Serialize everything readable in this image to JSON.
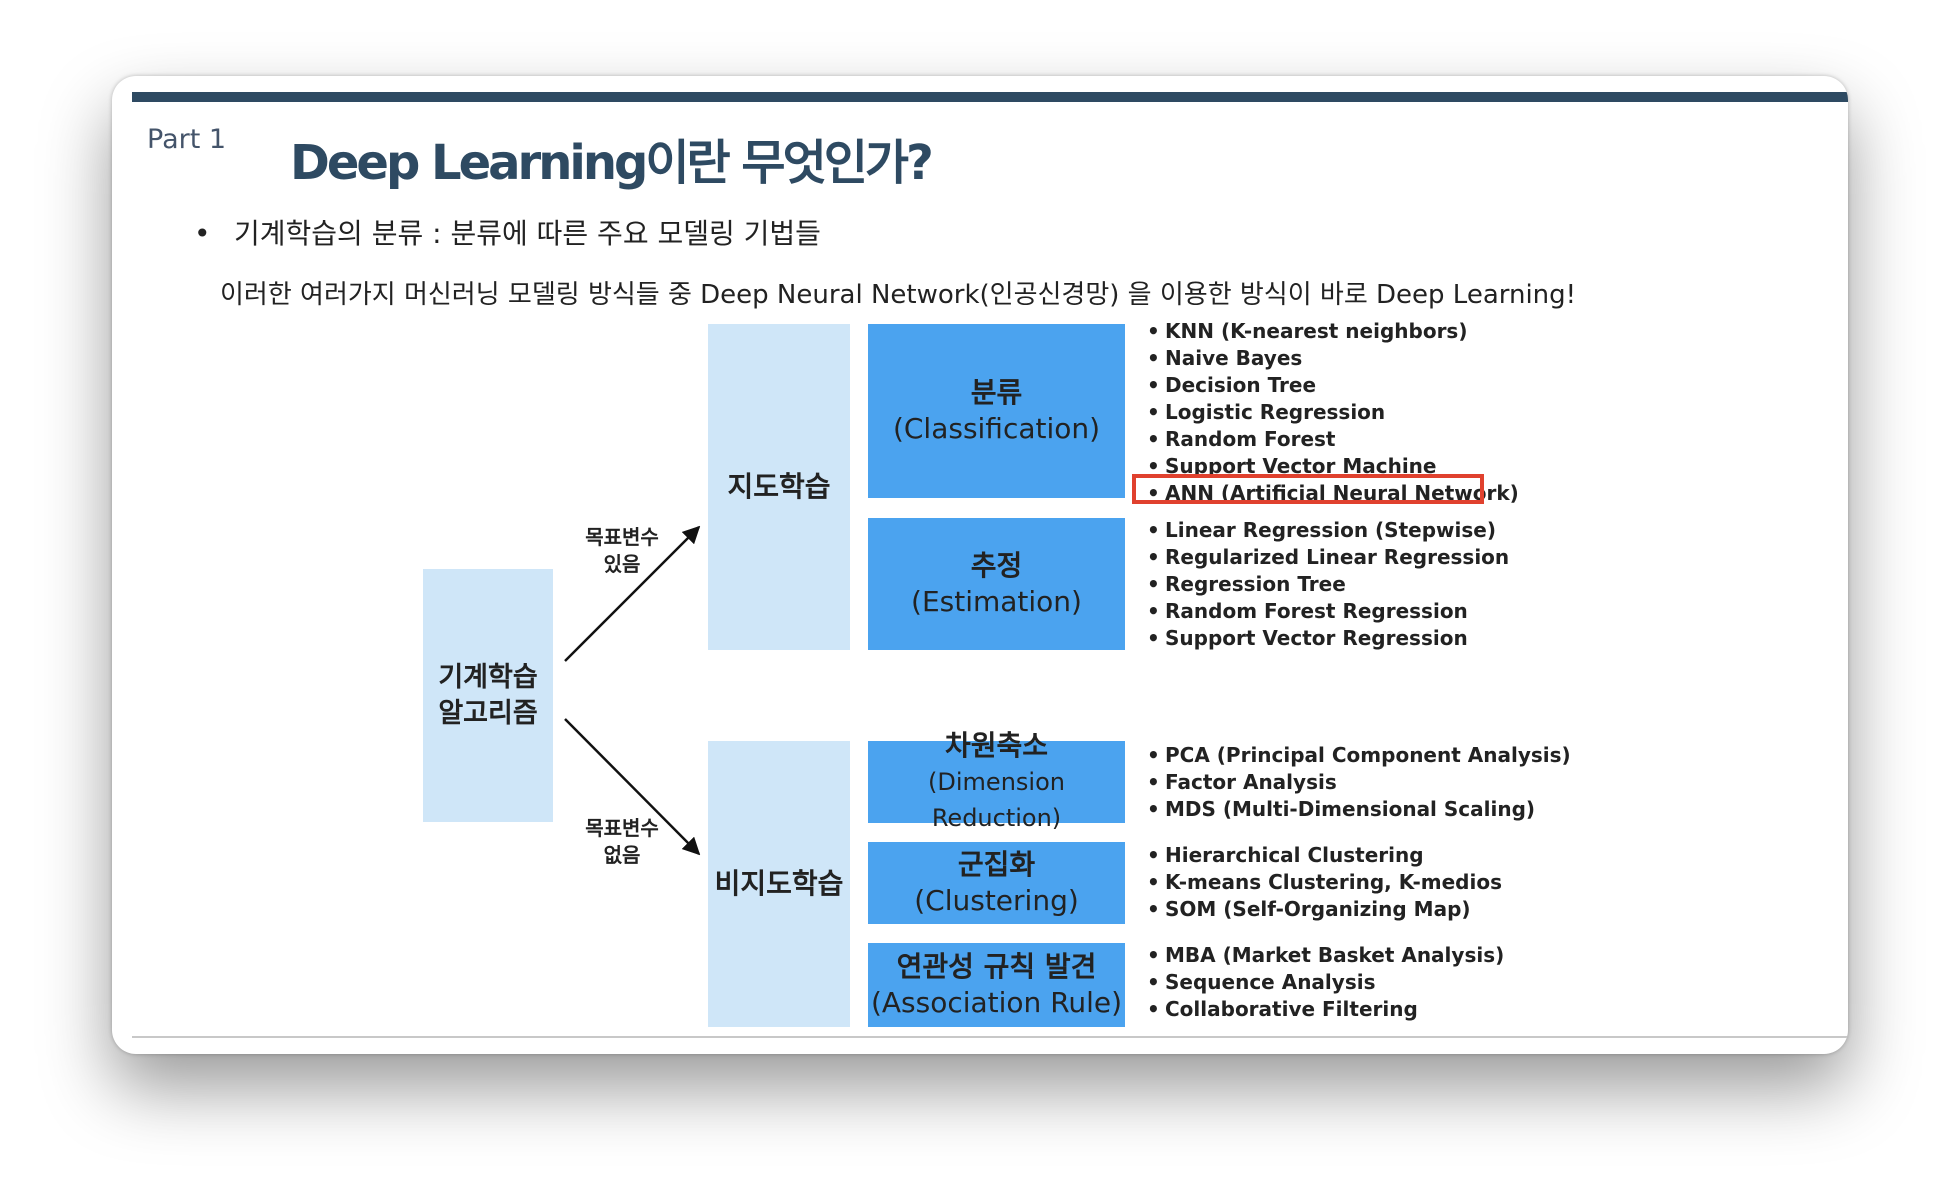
{
  "slide": {
    "part": "Part 1",
    "title": "Deep Learning이란 무엇인가?",
    "bullet": "기계학습의 분류 : 분류에 따른 주요 모델링 기법들",
    "description": "이러한 여러가지 머신러닝 모델링 방식들 중 Deep Neural Network(인공신경망) 을 이용한 방식이 바로 Deep Learning!"
  },
  "diagram": {
    "root": {
      "line1": "기계학습",
      "line2": "알고리즘"
    },
    "arrow_top": {
      "line1": "목표변수",
      "line2": "있음"
    },
    "arrow_bottom": {
      "line1": "목표변수",
      "line2": "없음"
    },
    "supervised": "지도학습",
    "unsupervised": "비지도학습",
    "classification": {
      "ko": "분류",
      "en": "(Classification)"
    },
    "estimation": {
      "ko": "추정",
      "en": "(Estimation)"
    },
    "dimension": {
      "ko": "차원축소",
      "en": "(Dimension Reduction)"
    },
    "clustering": {
      "ko": "군집화",
      "en": "(Clustering)"
    },
    "association": {
      "ko": "연관성 규칙 발견",
      "en": "(Association Rule)"
    },
    "classification_methods": [
      "KNN (K-nearest neighbors)",
      "Naive Bayes",
      "Decision Tree",
      "Logistic Regression",
      "Random Forest",
      "Support Vector Machine",
      "ANN (Artificial Neural Network)"
    ],
    "estimation_methods": [
      "Linear Regression (Stepwise)",
      "Regularized Linear Regression",
      "Regression Tree",
      "Random Forest Regression",
      "Support Vector Regression"
    ],
    "dimension_methods": [
      "PCA (Principal Component Analysis)",
      "Factor Analysis",
      "MDS (Multi-Dimensional Scaling)"
    ],
    "clustering_methods": [
      "Hierarchical Clustering",
      "K-means Clustering, K-medios",
      "SOM (Self-Organizing Map)"
    ],
    "association_methods": [
      "MBA (Market Basket Analysis)",
      "Sequence Analysis",
      "Collaborative Filtering"
    ],
    "bullet_char": "•",
    "highlight_color": "#e0412e",
    "light_box_color": "#cfe6f8",
    "dark_box_color": "#4ba3ef"
  }
}
